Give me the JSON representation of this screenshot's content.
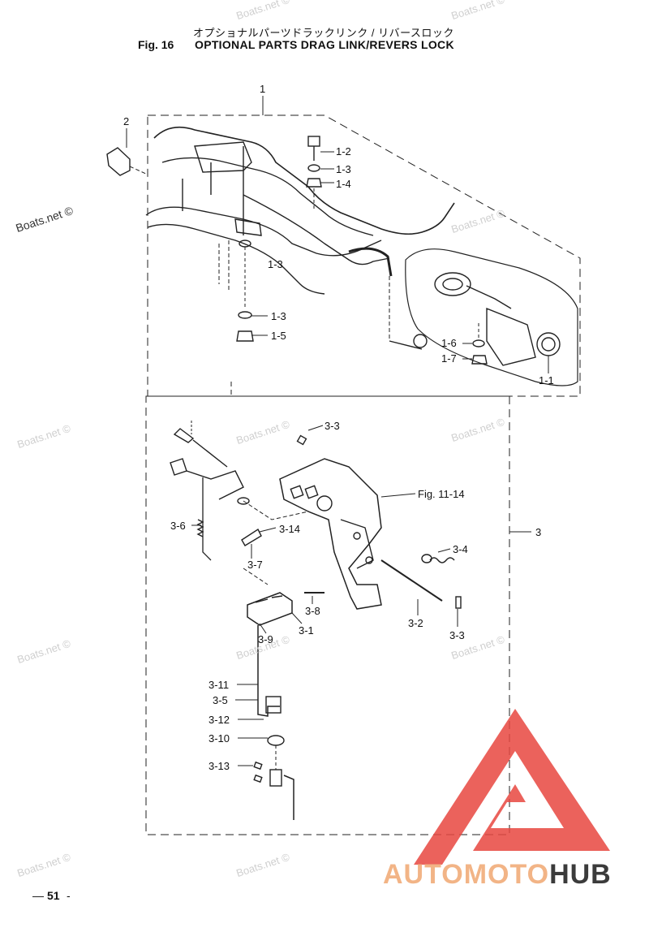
{
  "header": {
    "title_jp": "オプショナルパーツドラックリンク / リバースロック",
    "fig_number": "Fig. 16",
    "title_en": "OPTIONAL PARTS DRAG LINK/REVERS LOCK"
  },
  "watermark": "Boats.net ©",
  "part_labels": {
    "p1": "1",
    "p1_1": "1-1",
    "p1_2": "1-2",
    "p1_3a": "1-3",
    "p1_3b": "1-3",
    "p1_3c": "1-3",
    "p1_4": "1-4",
    "p1_5": "1-5",
    "p1_6": "1-6",
    "p1_7": "1-7",
    "p2": "2",
    "p3": "3",
    "p3_1": "3-1",
    "p3_2": "3-2",
    "p3_3a": "3-3",
    "p3_3b": "3-3",
    "p3_4": "3-4",
    "p3_5": "3-5",
    "p3_6": "3-6",
    "p3_7": "3-7",
    "p3_8": "3-8",
    "p3_9": "3-9",
    "p3_10": "3-10",
    "p3_11": "3-11",
    "p3_12": "3-12",
    "p3_13": "3-13",
    "p3_14": "3-14",
    "fig_ref": "Fig. 11-14"
  },
  "footer": {
    "page_number": "51",
    "dash": "-"
  },
  "logo": {
    "part1": "AUTOMOTO",
    "part2": "HUB",
    "triangle_color": "#e8463f",
    "text_color_light": "#f2b486",
    "text_color_dark": "#3b3b3b"
  }
}
